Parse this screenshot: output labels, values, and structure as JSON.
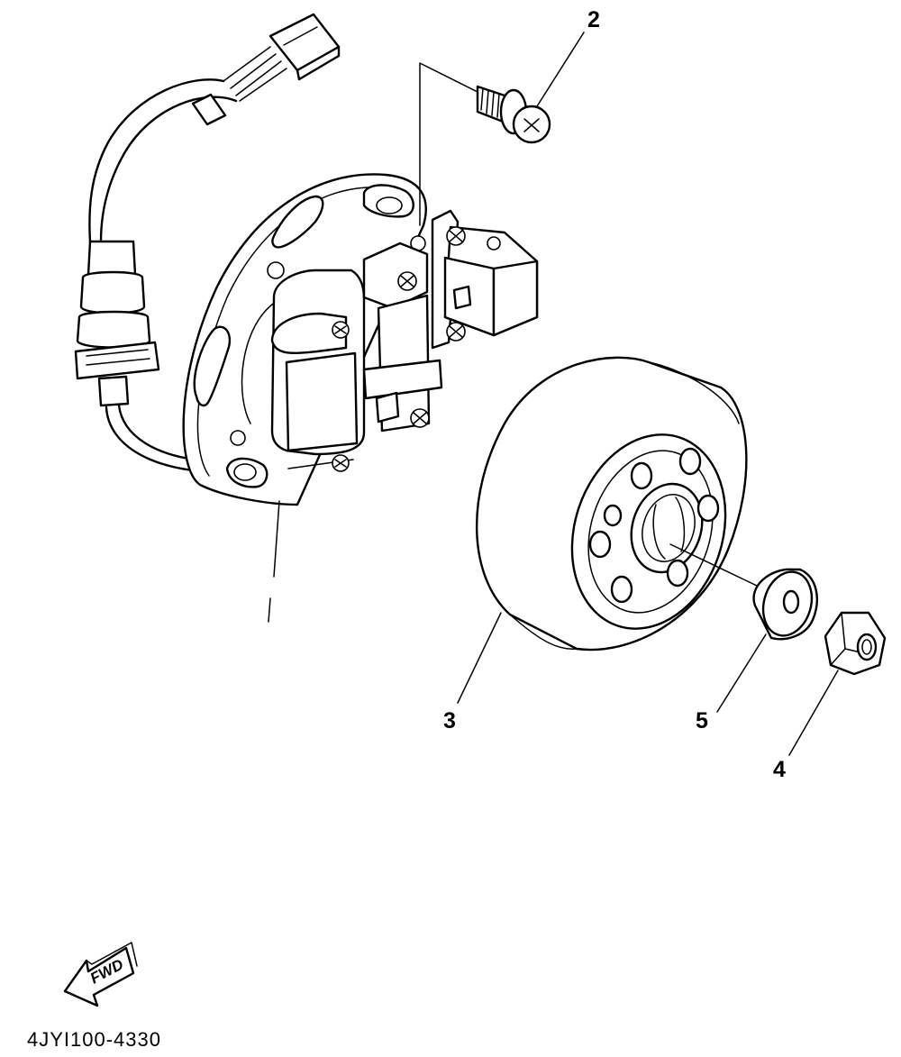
{
  "diagram": {
    "callouts": [
      {
        "id": "2",
        "label": "2"
      },
      {
        "id": "3",
        "label": "3"
      },
      {
        "id": "4",
        "label": "4"
      },
      {
        "id": "5",
        "label": "5"
      }
    ],
    "fwd_label": "FWD",
    "drawing_code": "4JYI100-4330"
  },
  "colors": {
    "ink": "#000000",
    "paper": "#ffffff"
  },
  "icons": [
    "fwd-arrow-icon"
  ]
}
